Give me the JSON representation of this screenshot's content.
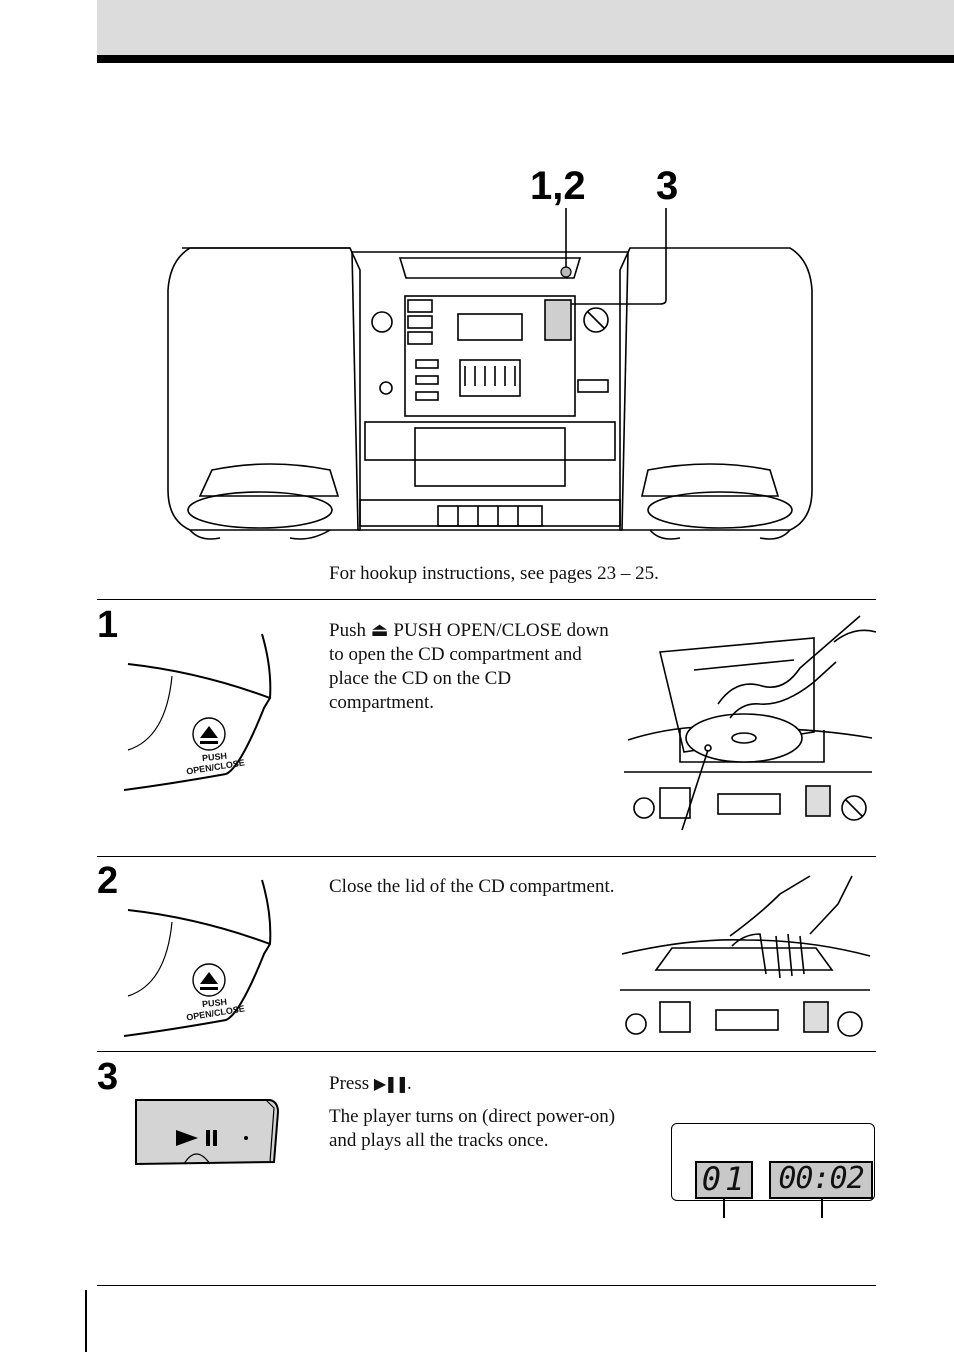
{
  "figure_callouts": {
    "callout_a": "1,2",
    "callout_b": "3"
  },
  "hookup_note": "For hookup instructions, see pages 23 – 25.",
  "steps": [
    {
      "number": "1",
      "text_prefix": "Push ",
      "icon": "eject-icon",
      "text_suffix": " PUSH OPEN/CLOSE down to open the CD compartment and place the CD on the CD compartment.",
      "button_label_line1": "PUSH",
      "button_label_line2": "OPEN/CLOSE"
    },
    {
      "number": "2",
      "text": "Close the lid of the CD compartment.",
      "button_label_line1": "PUSH",
      "button_label_line2": "OPEN/CLOSE"
    },
    {
      "number": "3",
      "text_prefix": "Press ",
      "icon": "play-pause-icon",
      "text_suffix": ".",
      "text2": "The player turns on (direct power-on) and plays all the tracks once.",
      "display_track": "01",
      "display_time": "00:02"
    }
  ],
  "colors": {
    "header_band": "#dcdcdc",
    "rule": "#000000",
    "display_highlight": "#c8c8c8"
  }
}
